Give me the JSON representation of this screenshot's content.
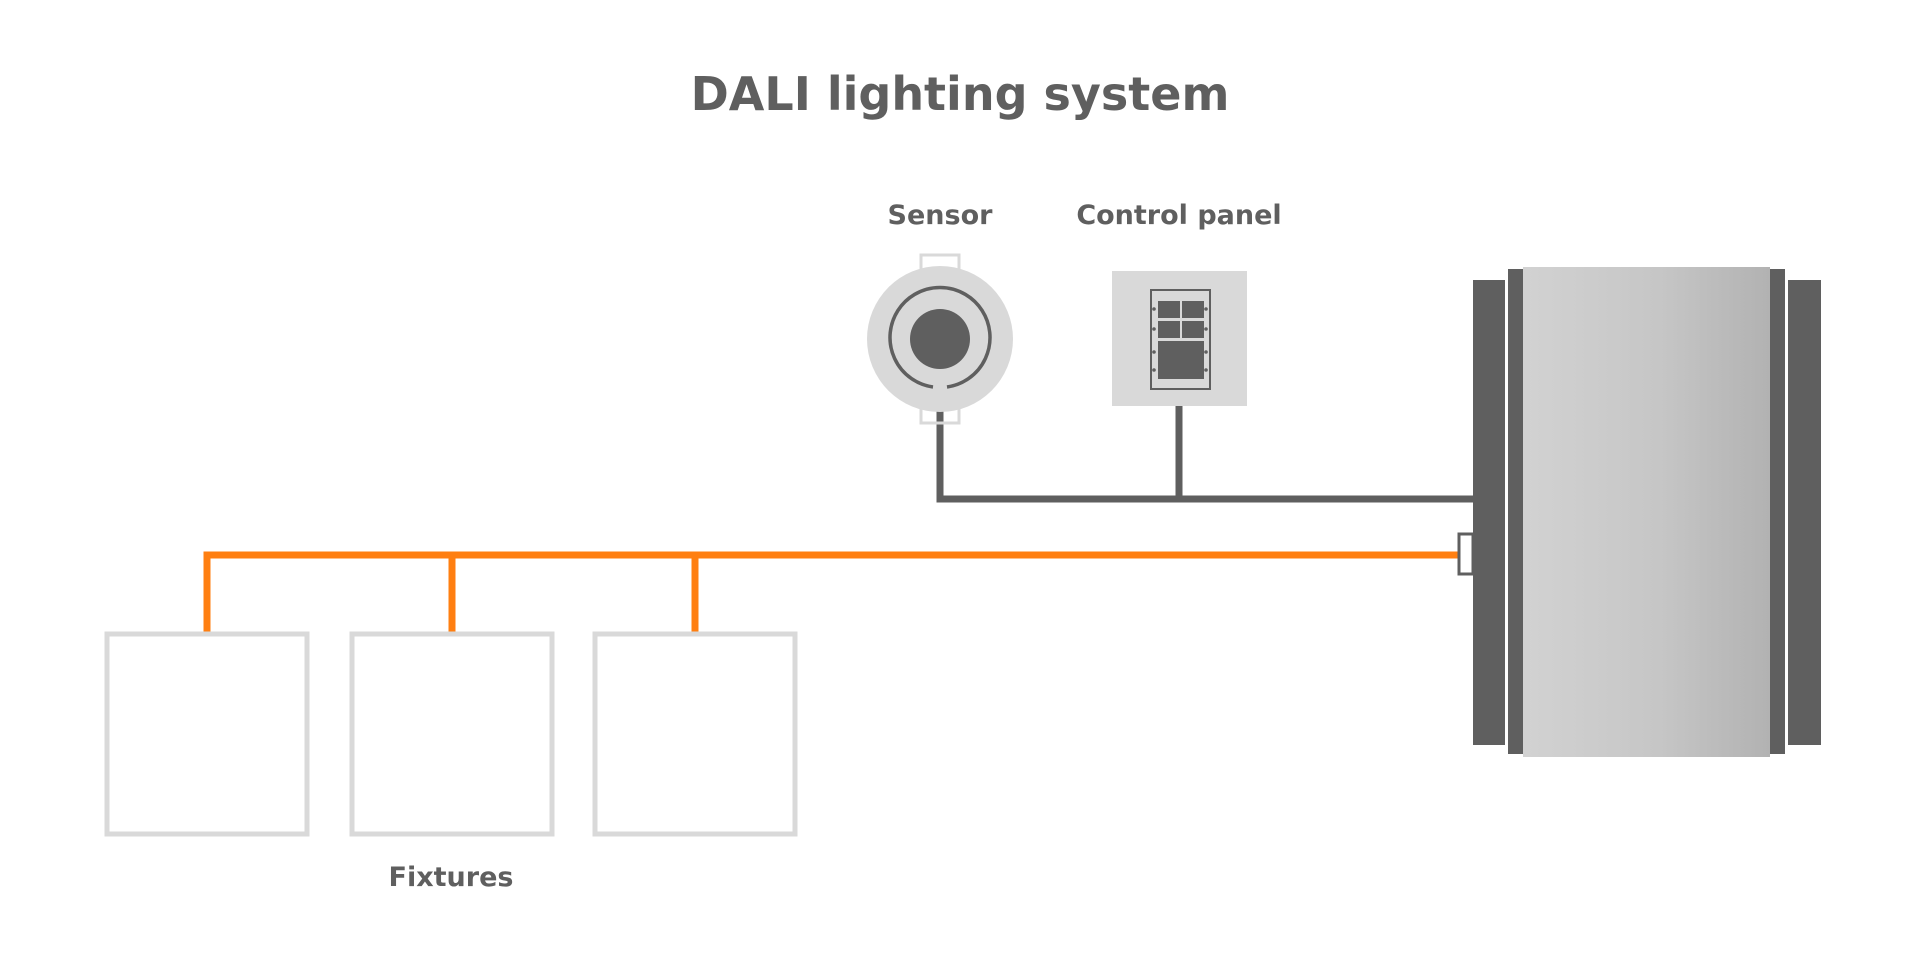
{
  "title": "DALI lighting system",
  "labels": {
    "sensor": "Sensor",
    "control_panel": "Control panel",
    "fixtures": "Fixtures"
  },
  "colors": {
    "text": "#5f5f5f",
    "bus_line": "#ff7f11",
    "control_line": "#5f5f5f",
    "device_fill": "#d9d9d9",
    "device_dark": "#5f5f5f",
    "fixture_outline": "#d9d9d9",
    "cabinet_light": "#d2d2d2",
    "cabinet_dark": "#b2b2b2"
  },
  "icons": {
    "sensor": "motion-sensor-icon",
    "control_panel": "keypad-icon",
    "controller": "dali-controller-cabinet"
  }
}
